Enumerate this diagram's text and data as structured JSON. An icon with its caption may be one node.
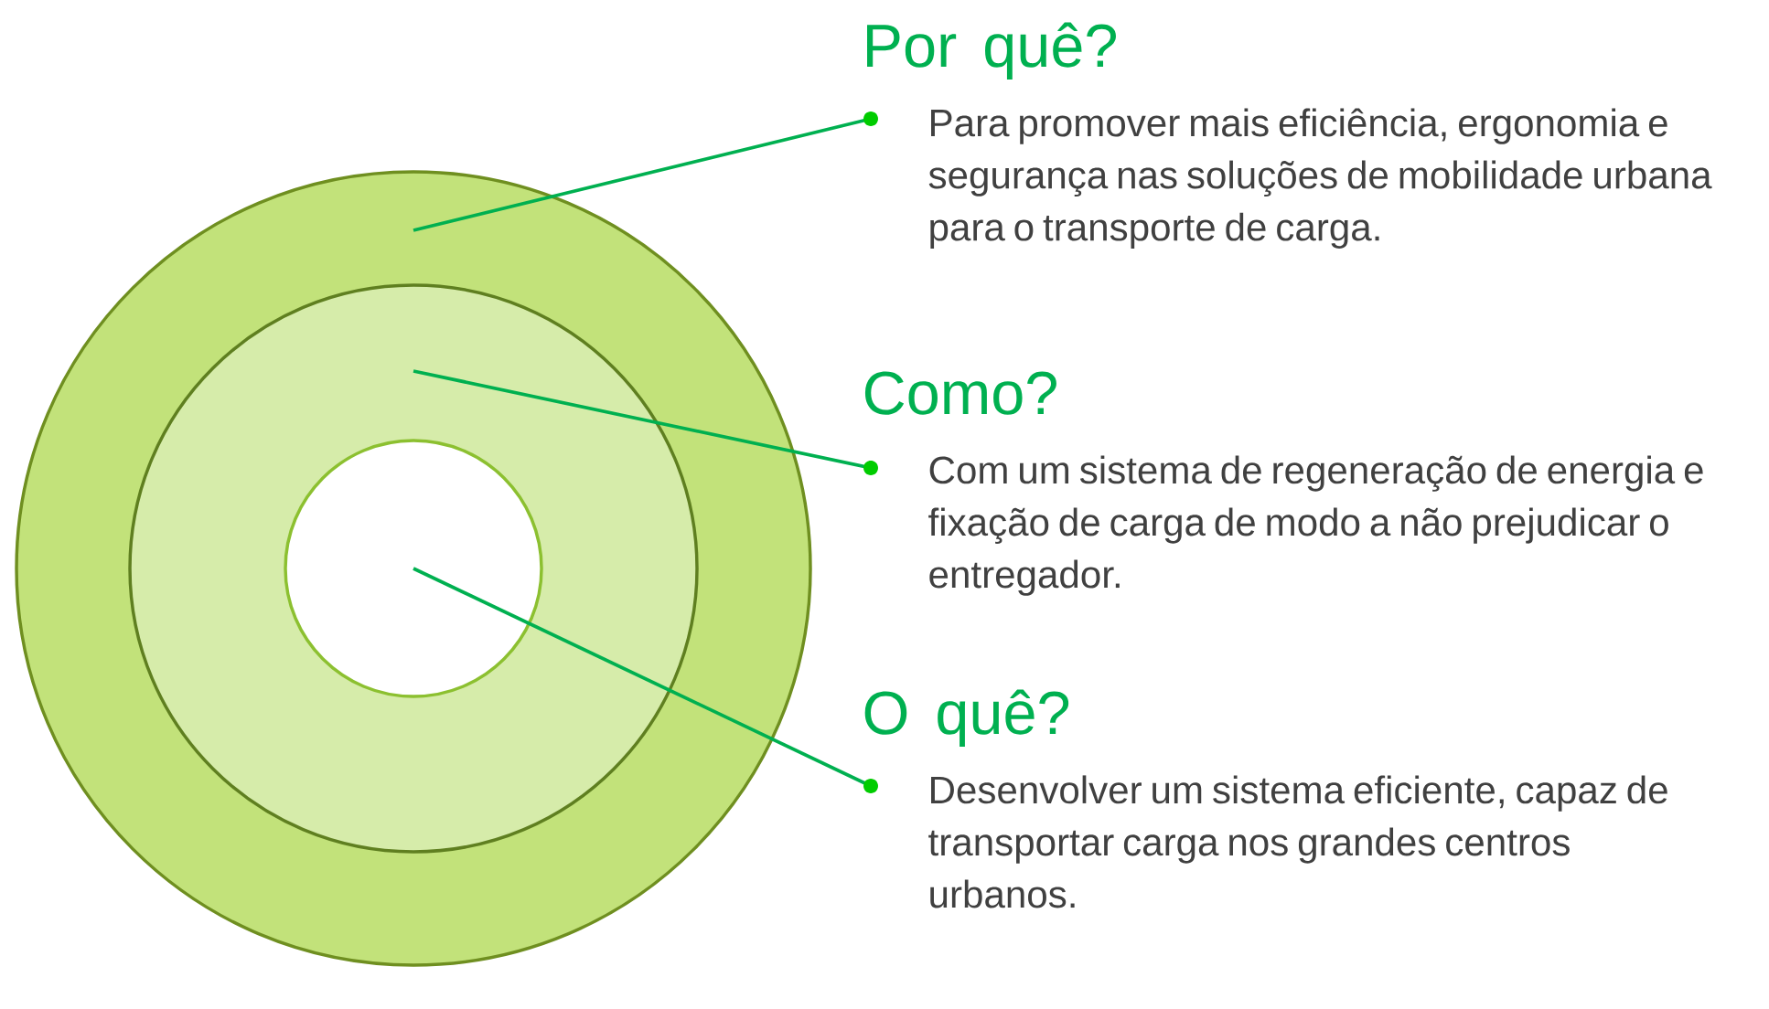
{
  "diagram": {
    "nodes": [
      {
        "text": [],
        "shape": "circle"
      },
      {
        "text": [],
        "shape": "circle",
        "in": 0
      },
      {
        "text": [],
        "shape": "circle",
        "in": 1
      },
      {
        "text": [
          "Por quê?",
          "Para promover mais eficiência, ergonomia e segurança nas soluções de mobilidade urbana para o transporte de carga."
        ]
      },
      {
        "text": [
          "Como?",
          "Com um sistema de regeneração de energia e fixação de carga de modo a não prejudicar o entregador."
        ]
      },
      {
        "text": [
          "O quê?",
          "Desenvolver um sistema eficiente, capaz de transportar carga nos grandes centros urbanos."
        ]
      }
    ],
    "edges": [
      {
        "from": 0,
        "to": 3,
        "arrow": "other"
      },
      {
        "from": 1,
        "to": 4,
        "arrow": "other"
      },
      {
        "from": 2,
        "to": 5,
        "arrow": "other"
      }
    ]
  }
}
